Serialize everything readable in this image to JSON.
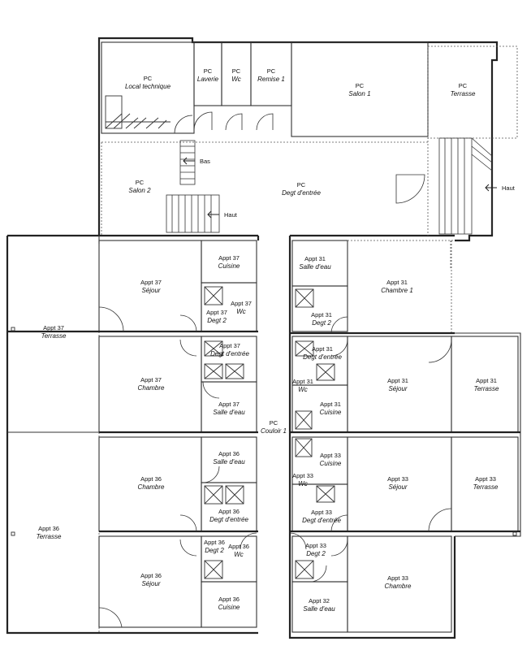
{
  "colors": {
    "background": "#ffffff",
    "lines": "#222222"
  },
  "levels": {
    "down": "Bas",
    "up": "Haut"
  },
  "rooms": [
    {
      "id": "pc-local-technique",
      "prefix": "PC",
      "name": "Local technique"
    },
    {
      "id": "pc-laverie",
      "prefix": "PC",
      "name": "Laverie"
    },
    {
      "id": "pc-wc",
      "prefix": "PC",
      "name": "Wc"
    },
    {
      "id": "pc-remise-1",
      "prefix": "PC",
      "name": "Remise 1"
    },
    {
      "id": "pc-salon-1",
      "prefix": "PC",
      "name": "Salon 1"
    },
    {
      "id": "pc-terrasse",
      "prefix": "PC",
      "name": "Terrasse"
    },
    {
      "id": "pc-salon-2",
      "prefix": "PC",
      "name": "Salon 2"
    },
    {
      "id": "pc-degt-entree",
      "prefix": "PC",
      "name": "Degt d'entrée"
    },
    {
      "id": "pc-couloir-1",
      "prefix": "PC",
      "name": "Couloir 1"
    },
    {
      "id": "a37-cuisine",
      "prefix": "Appt 37",
      "name": "Cuisine"
    },
    {
      "id": "a37-sejour",
      "prefix": "Appt 37",
      "name": "Séjour"
    },
    {
      "id": "a37-terrasse",
      "prefix": "Appt 37",
      "name": "Terrasse"
    },
    {
      "id": "a37-degt-2",
      "prefix": "Appt 37",
      "name": "Degt 2"
    },
    {
      "id": "a37-wc",
      "prefix": "Appt 37",
      "name": "Wc"
    },
    {
      "id": "a37-degt-entree",
      "prefix": "Appt 37",
      "name": "Degt d'entrée"
    },
    {
      "id": "a37-chambre",
      "prefix": "Appt 37",
      "name": "Chambre"
    },
    {
      "id": "a37-salle-eau",
      "prefix": "Appt 37",
      "name": "Salle d'eau"
    },
    {
      "id": "a36-salle-eau",
      "prefix": "Appt 36",
      "name": "Salle d'eau"
    },
    {
      "id": "a36-chambre",
      "prefix": "Appt 36",
      "name": "Chambre"
    },
    {
      "id": "a36-degt-entree",
      "prefix": "Appt 36",
      "name": "Degt d'entrée"
    },
    {
      "id": "a36-terrasse",
      "prefix": "Appt 36",
      "name": "Terrasse"
    },
    {
      "id": "a36-degt-2",
      "prefix": "Appt 36",
      "name": "Degt 2"
    },
    {
      "id": "a36-wc",
      "prefix": "Appt 36",
      "name": "Wc"
    },
    {
      "id": "a36-sejour",
      "prefix": "Appt 36",
      "name": "Séjour"
    },
    {
      "id": "a36-cuisine",
      "prefix": "Appt 36",
      "name": "Cuisine"
    },
    {
      "id": "a31-salle-eau",
      "prefix": "Appt 31",
      "name": "Salle d'eau"
    },
    {
      "id": "a31-chambre-1",
      "prefix": "Appt 31",
      "name": "Chambre 1"
    },
    {
      "id": "a31-degt-2",
      "prefix": "Appt 31",
      "name": "Degt 2"
    },
    {
      "id": "a31-degt-entree",
      "prefix": "Appt 31",
      "name": "Degt d'entrée"
    },
    {
      "id": "a31-wc",
      "prefix": "Appt 31",
      "name": "Wc"
    },
    {
      "id": "a31-sejour",
      "prefix": "Appt 31",
      "name": "Séjour"
    },
    {
      "id": "a31-terrasse",
      "prefix": "Appt 31",
      "name": "Terrasse"
    },
    {
      "id": "a31-cuisine",
      "prefix": "Appt 31",
      "name": "Cuisine"
    },
    {
      "id": "a33-cuisine",
      "prefix": "Appt 33",
      "name": "Cuisine"
    },
    {
      "id": "a33-wc",
      "prefix": "Appt 33",
      "name": "Wc"
    },
    {
      "id": "a33-sejour",
      "prefix": "Appt 33",
      "name": "Séjour"
    },
    {
      "id": "a33-terrasse",
      "prefix": "Appt 33",
      "name": "Terrasse"
    },
    {
      "id": "a33-degt-entree",
      "prefix": "Appt 33",
      "name": "Degt d'entrée"
    },
    {
      "id": "a33-degt-2",
      "prefix": "Appt 33",
      "name": "Degt 2"
    },
    {
      "id": "a33-chambre",
      "prefix": "Appt 33",
      "name": "Chambre"
    },
    {
      "id": "a32-salle-eau",
      "prefix": "Appt 32",
      "name": "Salle d'eau"
    }
  ]
}
